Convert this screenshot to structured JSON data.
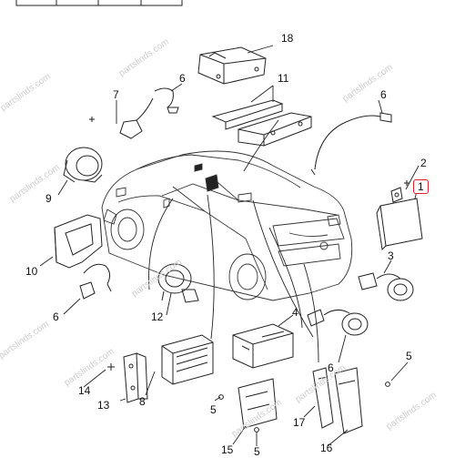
{
  "callouts": [
    {
      "id": "1",
      "label": "1",
      "highlighted": true
    },
    {
      "id": "2",
      "label": "2"
    },
    {
      "id": "3",
      "label": "3"
    },
    {
      "id": "4",
      "label": "4"
    },
    {
      "id": "5a",
      "label": "5"
    },
    {
      "id": "5b",
      "label": "5"
    },
    {
      "id": "5c",
      "label": "5"
    },
    {
      "id": "6a",
      "label": "6"
    },
    {
      "id": "6b",
      "label": "6"
    },
    {
      "id": "6c",
      "label": "6"
    },
    {
      "id": "6d",
      "label": "6"
    },
    {
      "id": "7",
      "label": "7"
    },
    {
      "id": "8",
      "label": "8"
    },
    {
      "id": "9",
      "label": "9"
    },
    {
      "id": "10",
      "label": "10"
    },
    {
      "id": "11",
      "label": "11"
    },
    {
      "id": "12",
      "label": "12"
    },
    {
      "id": "13",
      "label": "13"
    },
    {
      "id": "14",
      "label": "14"
    },
    {
      "id": "15",
      "label": "15"
    },
    {
      "id": "16",
      "label": "16"
    },
    {
      "id": "17",
      "label": "17"
    },
    {
      "id": "18",
      "label": "18"
    }
  ],
  "watermark": "partslinds.com",
  "highlight_color": "#e0202a"
}
